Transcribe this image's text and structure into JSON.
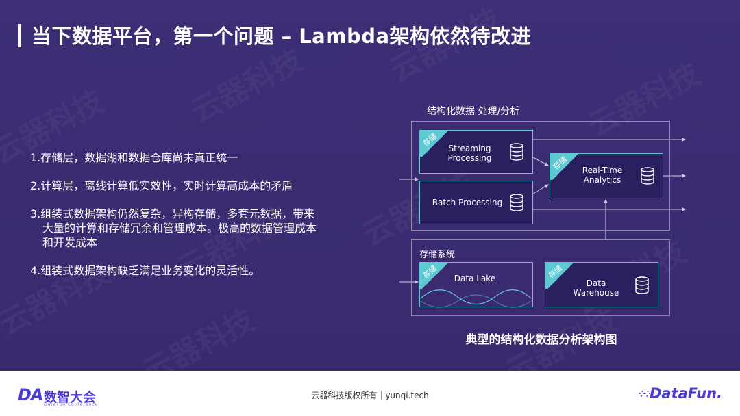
{
  "slide": {
    "title": "当下数据平台，第一个问题 – Lambda架构依然待改进",
    "points": [
      {
        "lines": [
          "1.存储层，数据湖和数据仓库尚未真正统一"
        ]
      },
      {
        "lines": [
          "2.计算层，离线计算低实效性，实时计算高成本的矛盾"
        ]
      },
      {
        "lines": [
          "3.组装式数据架构仍然复杂，异构存储，多套元数据，带来",
          "大量的计算和存储冗余和管理成本。极高的数据管理成本",
          "和开发成本"
        ]
      },
      {
        "lines": [
          "4.组装式数据架构缺乏满足业务变化的灵活性。"
        ]
      }
    ],
    "watermark": "云器科技"
  },
  "diagram": {
    "processing_title": "结构化数据 处理/分析",
    "storage_title": "存储系统",
    "tag": "存储",
    "streaming": [
      "Streaming",
      "Processing"
    ],
    "batch": "Batch Processing",
    "realtime": [
      "Real-Time",
      "Analytics"
    ],
    "datalake": "Data Lake",
    "warehouse": [
      "Data",
      "Warehouse"
    ],
    "caption": "典型的结构化数据分析架构图"
  },
  "footer": {
    "left_logo_mark": "DA",
    "left_logo_name": "数智大会",
    "left_logo_sub": "DataFun Conference",
    "copyright": "云器科技版权所有｜yunqi.tech",
    "right_logo": "DataFun."
  },
  "colors": {
    "background": "#3b2c72",
    "accent_cyan": "#5fc9d3",
    "brand": "#4a3bd6"
  }
}
